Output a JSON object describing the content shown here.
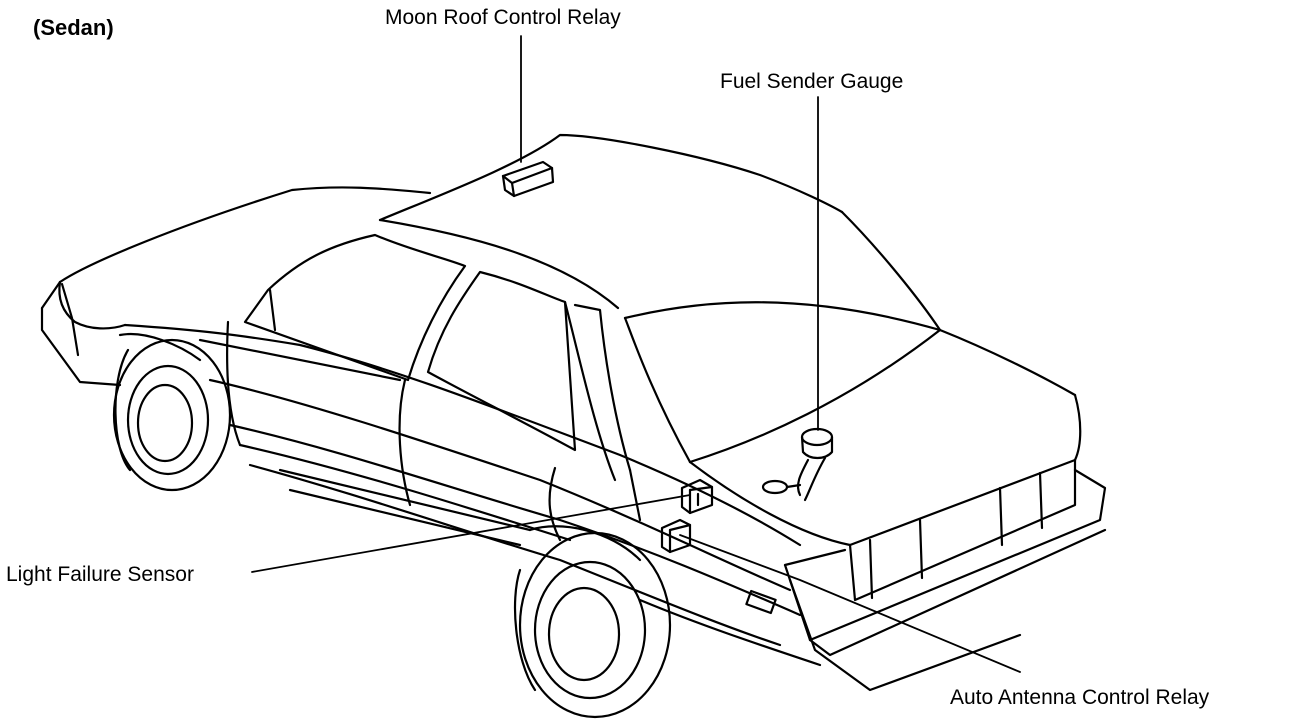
{
  "header": {
    "variant_label": "(Sedan)"
  },
  "callouts": {
    "moon_roof_relay": "Moon Roof Control Relay",
    "fuel_sender_gauge": "Fuel Sender Gauge",
    "light_failure_sensor": "Light Failure Sensor",
    "auto_antenna_relay": "Auto Antenna Control Relay"
  },
  "colors": {
    "line": "#000000",
    "background": "#ffffff"
  }
}
